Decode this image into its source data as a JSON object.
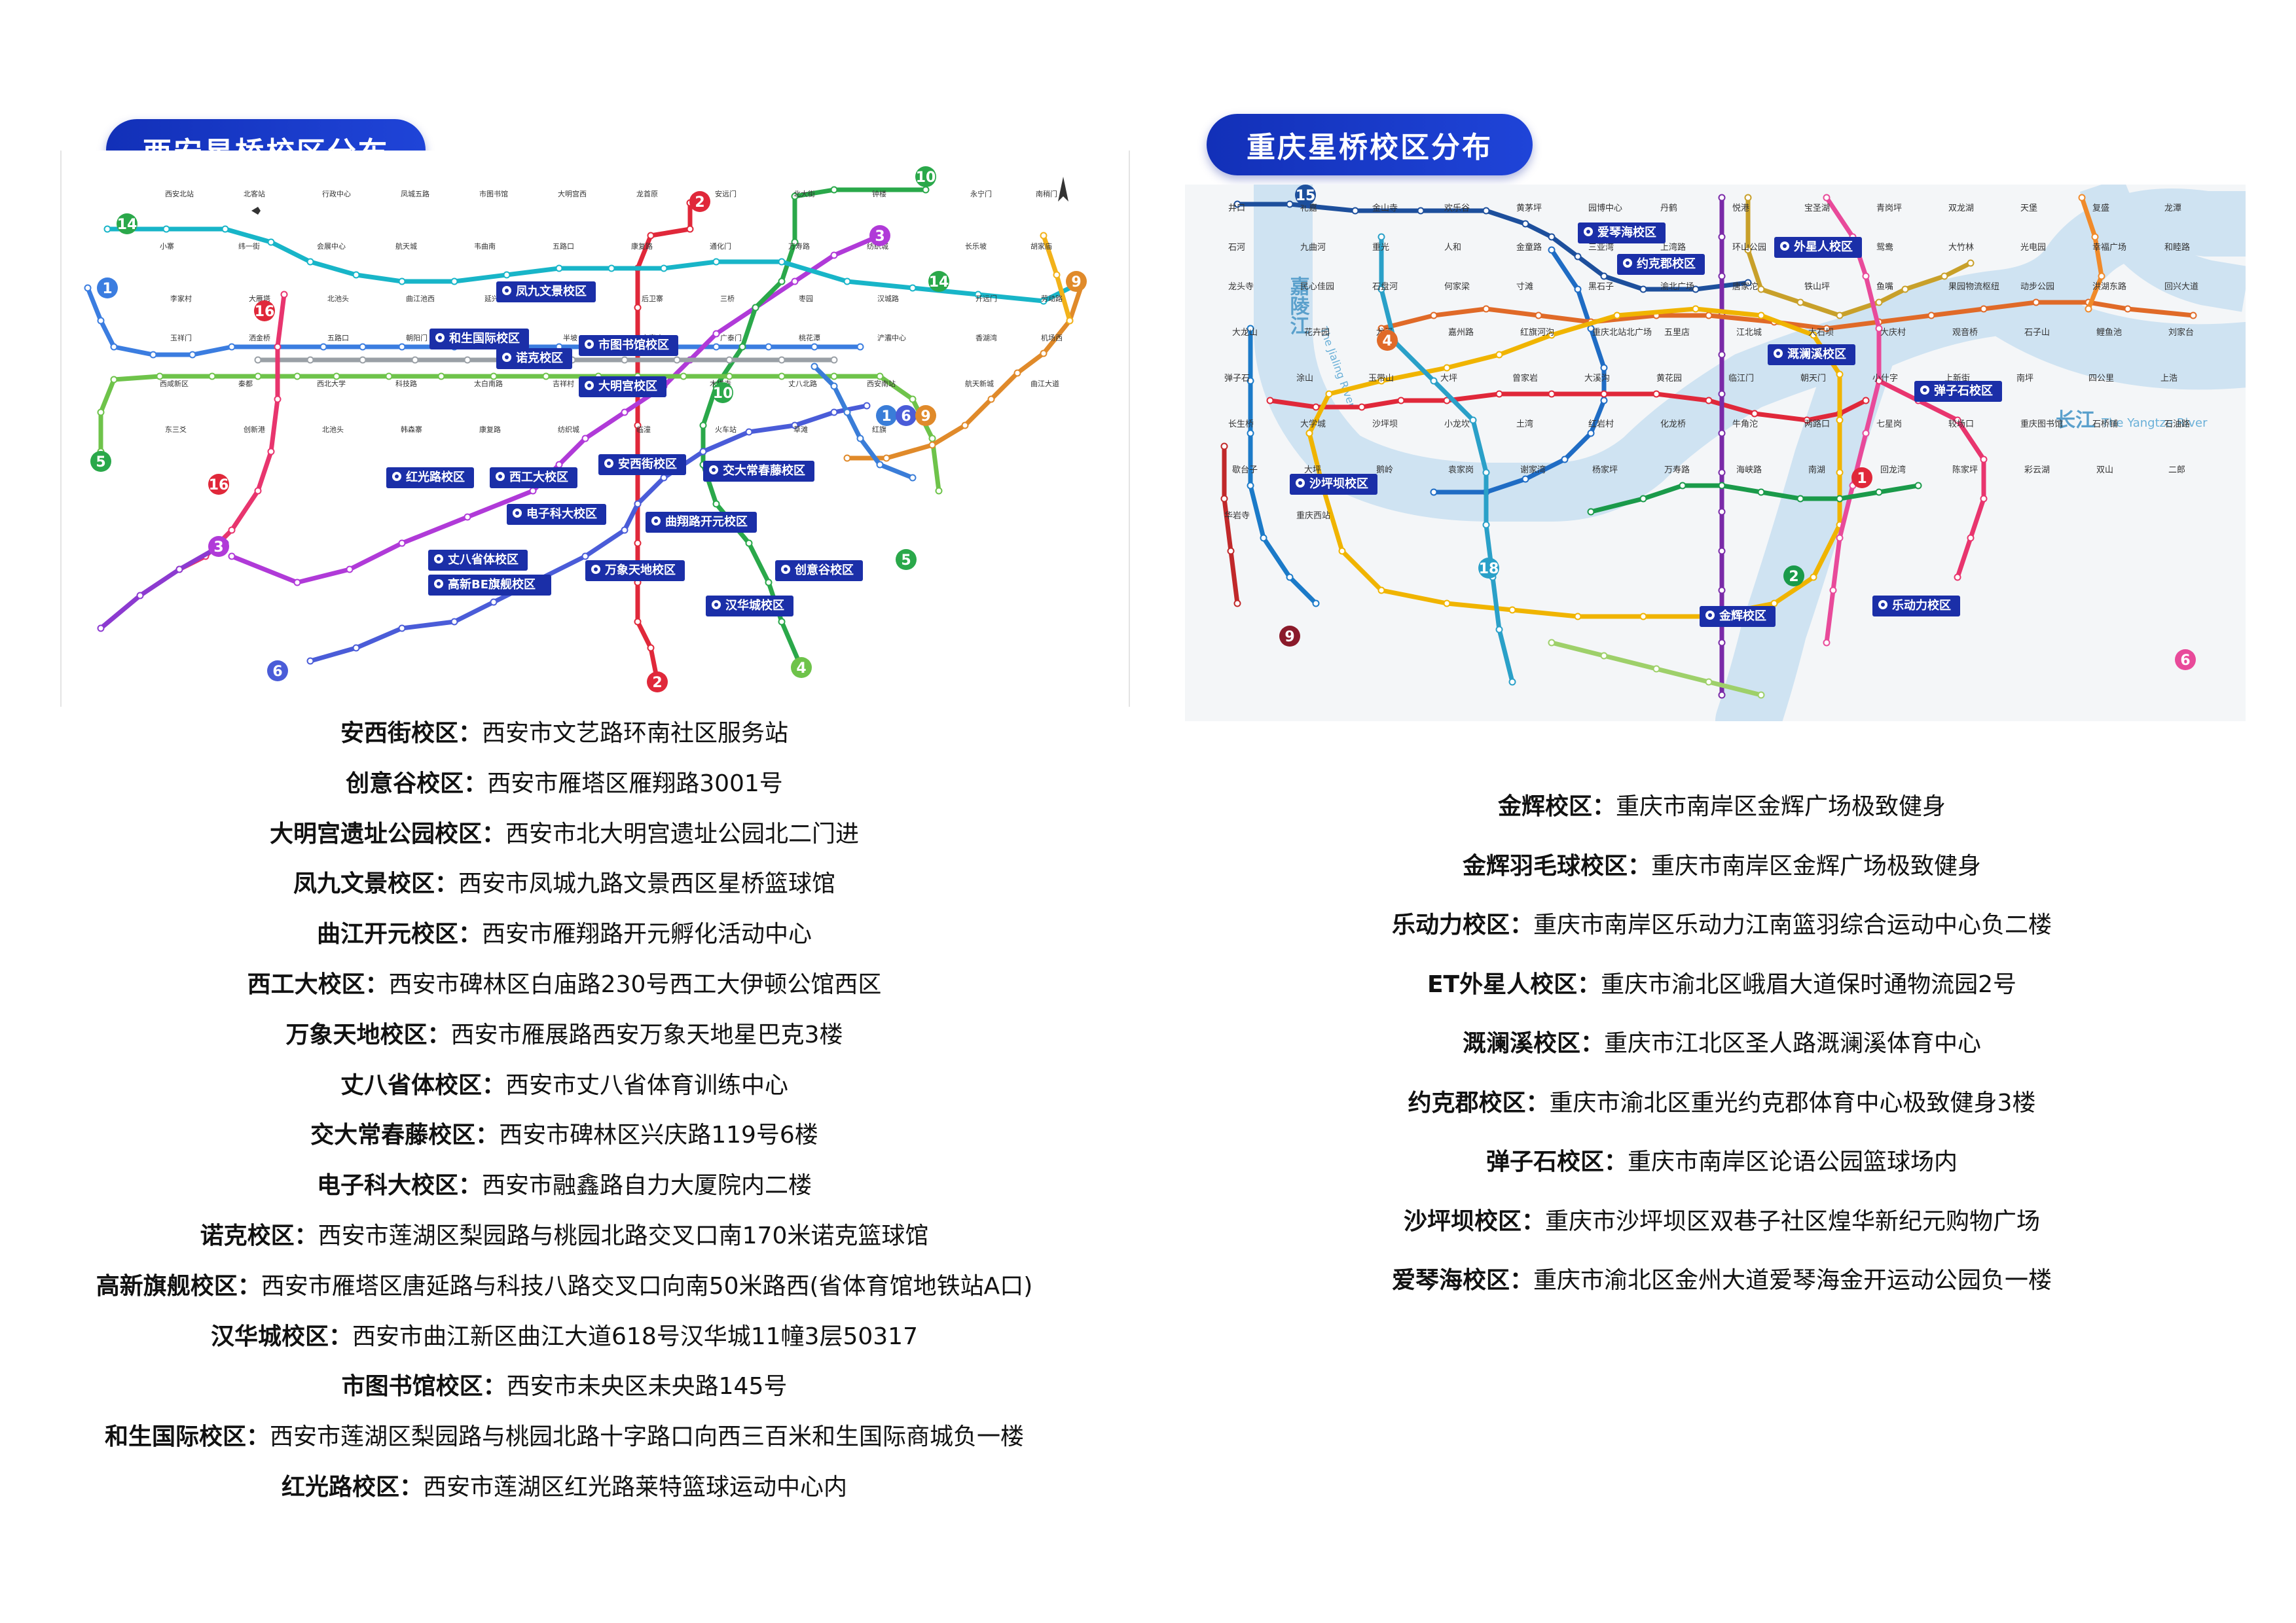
{
  "xian": {
    "title": "西安星桥校区分布",
    "stations": [
      "西安北站",
      "北客站",
      "行政中心",
      "凤城五路",
      "市图书馆",
      "大明宫西",
      "龙首原",
      "安远门",
      "北大街",
      "钟楼",
      "永宁门",
      "南稍门",
      "小寨",
      "纬一街",
      "会展中心",
      "航天城",
      "韦曲南",
      "五路口",
      "康复路",
      "通化门",
      "万寿路",
      "纺织城",
      "长乐坡",
      "胡家庙",
      "李家村",
      "大雁塔",
      "北池头",
      "曲江池西",
      "延兴门",
      "咸宁路",
      "后卫寨",
      "三桥",
      "枣园",
      "汉城路",
      "开远门",
      "劳动路",
      "玉祥门",
      "洒金桥",
      "五路口",
      "朝阳门",
      "浐河",
      "半坡",
      "辛家庙",
      "广泰门",
      "桃花潭",
      "浐灞中心",
      "香湖湾",
      "机场西",
      "西咸新区",
      "秦都",
      "西北大学",
      "科技路",
      "太白南路",
      "吉祥村",
      "电子城",
      "木塔寺",
      "丈八北路",
      "西安南站",
      "航天新城",
      "曲江大道",
      "东三爻",
      "创新港",
      "北池头",
      "韩森寨",
      "康复路",
      "纺织城",
      "临潼",
      "火车站",
      "草滩",
      "红旗"
    ],
    "campus_markers": [
      "凤九文景校区",
      "和生国际校区",
      "诺克校区",
      "市图书馆校区",
      "大明宫校区",
      "安西街校区",
      "交大常春藤校区",
      "红光路校区",
      "西工大校区",
      "电子科大校区",
      "曲翔路开元校区",
      "丈八省体校区",
      "万象天地校区",
      "高新BE旗舰校区",
      "创意谷校区",
      "汉华城校区"
    ],
    "campuses": [
      {
        "name": "安西街校区：",
        "addr": "西安市文艺路环南社区服务站"
      },
      {
        "name": "创意谷校区：",
        "addr": "西安市雁塔区雁翔路3001号"
      },
      {
        "name": "大明宫遗址公园校区：",
        "addr": "西安市北大明宫遗址公园北二门进"
      },
      {
        "name": "凤九文景校区：",
        "addr": "西安市凤城九路文景西区星桥篮球馆"
      },
      {
        "name": "曲江开元校区：",
        "addr": "西安市雁翔路开元孵化活动中心"
      },
      {
        "name": "西工大校区：",
        "addr": "西安市碑林区白庙路230号西工大伊顿公馆西区"
      },
      {
        "name": "万象天地校区：",
        "addr": "西安市雁展路西安万象天地星巴克3楼"
      },
      {
        "name": "丈八省体校区：",
        "addr": "西安市丈八省体育训练中心"
      },
      {
        "name": "交大常春藤校区：",
        "addr": "西安市碑林区兴庆路119号6楼"
      },
      {
        "name": "电子科大校区：",
        "addr": "西安市融鑫路自力大厦院内二楼"
      },
      {
        "name": "诺克校区：",
        "addr": "西安市莲湖区梨园路与桃园北路交叉口南170米诺克篮球馆"
      },
      {
        "name": "高新旗舰校区：",
        "addr": "西安市雁塔区唐延路与科技八路交叉口向南50米路西(省体育馆地铁站A口)"
      },
      {
        "name": "汉华城校区：",
        "addr": "西安市曲江新区曲江大道618号汉华城11幢3层50317"
      },
      {
        "name": "市图书馆校区：",
        "addr": "西安市未央区未央路145号"
      },
      {
        "name": "和生国际校区：",
        "addr": "西安市莲湖区梨园路与桃园北路十字路口向西三百米和生国际商城负一楼"
      },
      {
        "name": "红光路校区：",
        "addr": "西安市莲湖区红光路莱特篮球运动中心内"
      }
    ]
  },
  "chongqing": {
    "title": "重庆星桥校区分布",
    "river_jialing": "嘉陵江",
    "river_jialing_en": "The Jialing River",
    "river_yangtze": "长江",
    "river_yangtze_en": "The Yangtze River",
    "stations": [
      "井口",
      "礼嘉",
      "金山寺",
      "欢乐谷",
      "黄茅坪",
      "园博中心",
      "丹鹤",
      "悦港",
      "宝圣湖",
      "青岗坪",
      "双龙湖",
      "天堡",
      "复盛",
      "龙潭",
      "石河",
      "九曲河",
      "重光",
      "人和",
      "金童路",
      "三亚湾",
      "上湾路",
      "环山公园",
      "长河",
      "鸳鸯",
      "大竹林",
      "光电园",
      "幸福广场",
      "和睦路",
      "龙头寺",
      "民心佳园",
      "石盘河",
      "何家梁",
      "寸滩",
      "黑石子",
      "渝北广场",
      "唐家沱",
      "铁山坪",
      "鱼嘴",
      "果园物流枢纽",
      "动步公园",
      "洪湖东路",
      "回兴大道",
      "大龙山",
      "花卉园",
      "龙溪",
      "嘉州路",
      "红旗河沟",
      "重庆北站北广场",
      "五里店",
      "江北城",
      "大石坝",
      "大庆村",
      "观音桥",
      "石子山",
      "鲤鱼池",
      "刘家台",
      "弹子石",
      "涂山",
      "玉带山",
      "大坪",
      "曾家岩",
      "大溪沟",
      "黄花园",
      "临江门",
      "朝天门",
      "小什字",
      "上新街",
      "南坪",
      "四公里",
      "上浩",
      "长生桥",
      "大学城",
      "沙坪坝",
      "小龙坎",
      "土湾",
      "红岩村",
      "化龙桥",
      "牛角沱",
      "两路口",
      "七星岗",
      "较场口",
      "重庆图书馆",
      "石桥铺",
      "石油路",
      "歇台子",
      "大坪",
      "鹅岭",
      "袁家岗",
      "谢家湾",
      "杨家坪",
      "万寿路",
      "海峡路",
      "南湖",
      "回龙湾",
      "陈家坪",
      "彩云湖",
      "双山",
      "二郎",
      "华岩寺",
      "重庆西站"
    ],
    "campus_markers": [
      "爱琴海校区",
      "约克郡校区",
      "外星人校区",
      "溉澜溪校区",
      "弹子石校区",
      "沙坪坝校区",
      "金辉校区",
      "乐动力校区"
    ],
    "campuses": [
      {
        "name": "金辉校区：",
        "addr": "重庆市南岸区金辉广场极致健身"
      },
      {
        "name": "金辉羽毛球校区：",
        "addr": "重庆市南岸区金辉广场极致健身"
      },
      {
        "name": "乐动力校区：",
        "addr": "重庆市南岸区乐动力江南篮羽综合运动中心负二楼"
      },
      {
        "name": "ET外星人校区：",
        "addr": "重庆市渝北区峨眉大道保时通物流园2号"
      },
      {
        "name": "溉澜溪校区：",
        "addr": "重庆市江北区圣人路溉澜溪体育中心"
      },
      {
        "name": "约克郡校区：",
        "addr": "重庆市渝北区重光约克郡体育中心极致健身3楼"
      },
      {
        "name": "弹子石校区：",
        "addr": "重庆市南岸区论语公园篮球场内"
      },
      {
        "name": "沙坪坝校区：",
        "addr": "重庆市沙坪坝区双巷子社区煌华新纪元购物广场"
      },
      {
        "name": "爱琴海校区：",
        "addr": "重庆市渝北区金州大道爱琴海金开运动公园负一楼"
      }
    ]
  }
}
